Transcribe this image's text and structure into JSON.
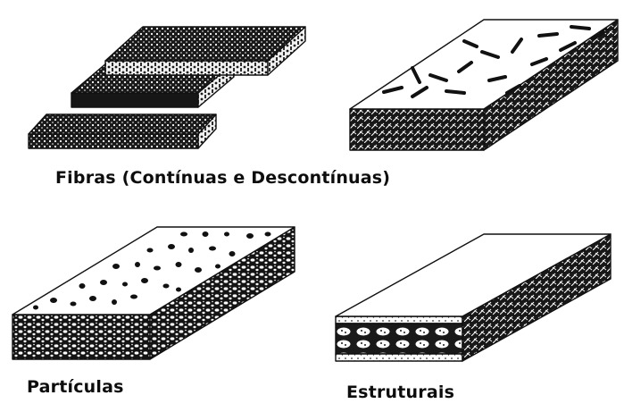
{
  "captions": {
    "fibers": "Fibras (Contínuas e Descontínuas)",
    "particles": "Partículas",
    "structural": "Estruturais"
  },
  "icons": {
    "continuous_fiber": "layered-composite-block",
    "discontinuous_fiber": "short-fiber-composite-block",
    "particle": "particle-composite-block",
    "structural": "sandwich-panel-block"
  },
  "colors": {
    "ink": "#111111",
    "paper": "#ffffff",
    "panel": "#f3f3f3"
  }
}
